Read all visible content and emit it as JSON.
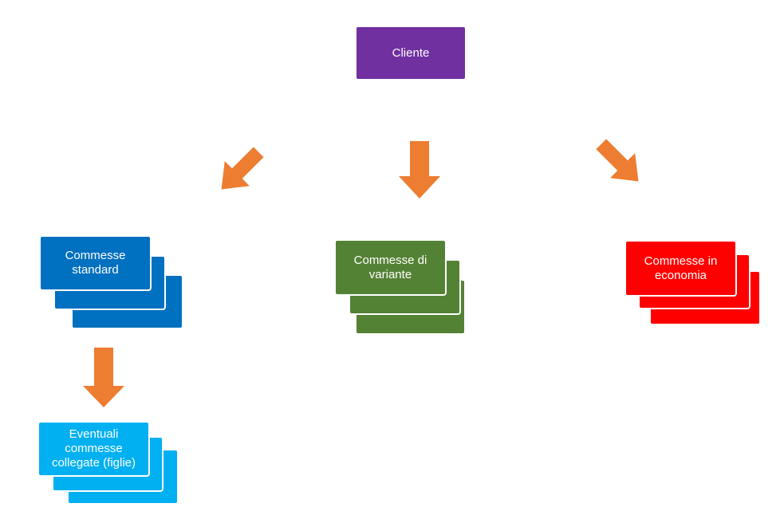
{
  "colors": {
    "arrow": "#ed7d31",
    "cliente": "#7030a0",
    "standard": "#0070c0",
    "variante": "#548235",
    "economia": "#ff0000",
    "collegate": "#00b0f0"
  },
  "nodes": {
    "cliente": {
      "label": "Cliente"
    },
    "standard": {
      "label": "Commesse\nstandard"
    },
    "variante": {
      "label": "Commesse di\nvariante"
    },
    "economia": {
      "label": "Commesse in\neconomia"
    },
    "collegate": {
      "label": "Eventuali\ncommesse\ncollegate (figlie)"
    }
  }
}
